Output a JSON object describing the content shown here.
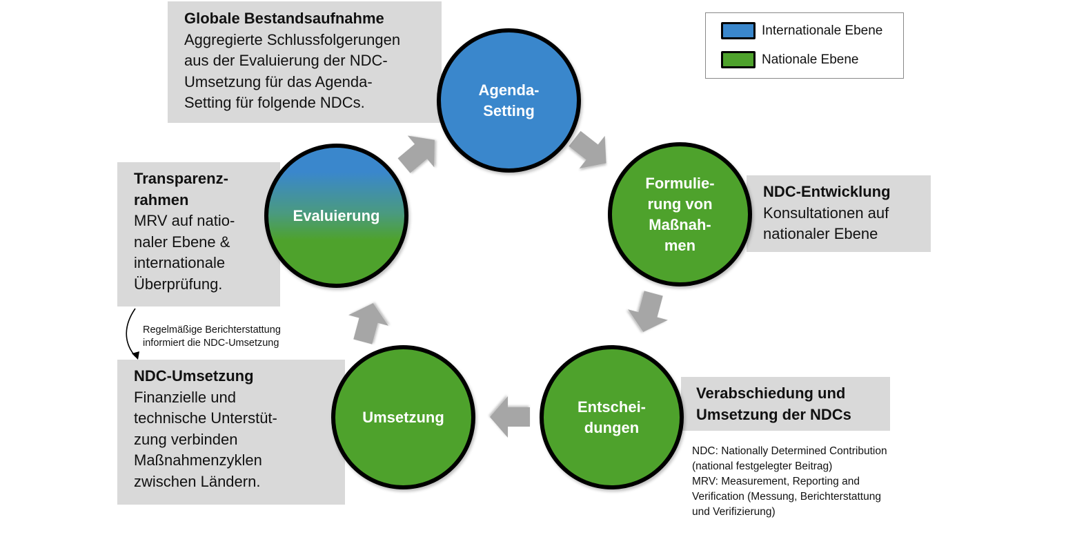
{
  "legend": {
    "items": [
      {
        "label": "Internationale Ebene",
        "color": "#3a87cc"
      },
      {
        "label": "Nationale Ebene",
        "color": "#4ea22c"
      }
    ]
  },
  "cycle": {
    "stages": [
      {
        "label": "Agenda-\nSetting",
        "level": "international"
      },
      {
        "label": "Formulie-\nrung von\nMaßnah-\nmen",
        "level": "national"
      },
      {
        "label": "Entschei-\ndungen",
        "level": "national"
      },
      {
        "label": "Umsetzung",
        "level": "national"
      },
      {
        "label": "Evaluierung",
        "level": "international-national"
      }
    ]
  },
  "boxes": {
    "global": {
      "title": "Globale Bestandsaufnahme",
      "body": "Aggregierte Schlussfolgerungen\naus der Evaluierung der NDC-\nUmsetzung für das Agenda-\nSetting für folgende NDCs."
    },
    "ndc_development": {
      "title": "NDC-Entwicklung",
      "body": "Konsultationen auf\nnationaler Ebene"
    },
    "adoption": {
      "title": "Verabschiedung und\nUmsetzung der NDCs",
      "body": ""
    },
    "ndc_implementation": {
      "title": "NDC-Umsetzung",
      "body": "Finanzielle und\ntechnische Unterstüt-\nzung verbinden\nMaßnahmenzyklen\nzwischen Ländern."
    },
    "transparency": {
      "title": "Transparenz-\nrahmen",
      "body": "MRV auf natio-\nnaler Ebene &\ninternationale\nÜberprüfung."
    }
  },
  "reporting_note": "Regelmäßige Berichterstattung\ninformiert die NDC-Umsetzung",
  "footnote": "NDC: Nationally Determined Contribution\n(national festgelegter Beitrag)\nMRV: Measurement, Reporting and\nVerification (Messung, Berichterstattung\nund Verifizierung)",
  "colors": {
    "international": "#3a87cc",
    "national": "#4ea22c",
    "box_bg": "#d9d9d9",
    "arrow": "#a6a6a6"
  }
}
